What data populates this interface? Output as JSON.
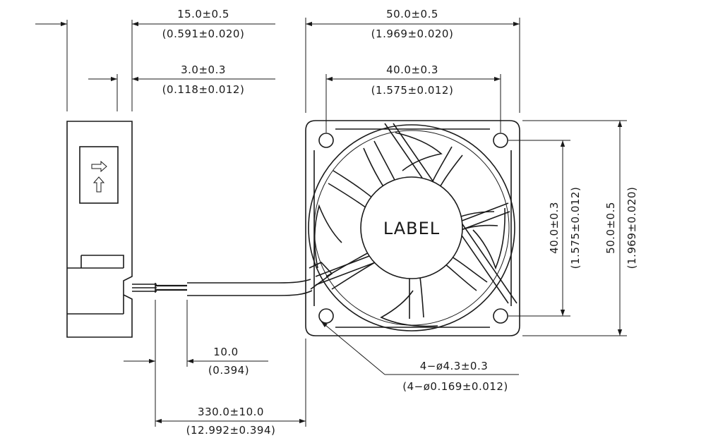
{
  "dimensions": {
    "side_depth": {
      "value": "15.0±0.5",
      "imperial": "(0.591±0.020)"
    },
    "side_lip": {
      "value": "3.0±0.3",
      "imperial": "(0.118±0.012)"
    },
    "frame_width": {
      "value": "50.0±0.5",
      "imperial": "(1.969±0.020)"
    },
    "hole_pitch_h": {
      "value": "40.0±0.3",
      "imperial": "(1.575±0.012)"
    },
    "hole_pitch_v": {
      "value": "40.0±0.3",
      "imperial": "(1.575±0.012)"
    },
    "frame_height": {
      "value": "50.0±0.5",
      "imperial": "(1.969±0.020)"
    },
    "holes": {
      "value": "4−ø4.3±0.3",
      "imperial": "(4−ø0.169±0.012)"
    },
    "strip_length": {
      "value": "10.0",
      "imperial": "(0.394)"
    },
    "lead_length": {
      "value": "330.0±10.0",
      "imperial": "(12.992±0.394)"
    }
  },
  "hub_label": "LABEL"
}
